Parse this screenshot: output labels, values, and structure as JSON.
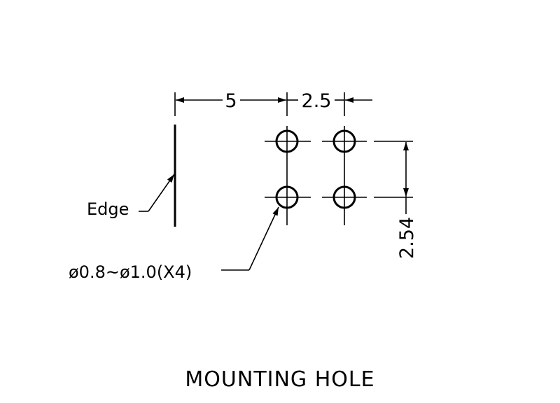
{
  "drawing": {
    "title": "MOUNTING HOLE",
    "dimensions": {
      "edge_to_first_hole": "5",
      "hole_pitch_horizontal": "2.5",
      "hole_pitch_vertical": "2.54"
    },
    "labels": {
      "edge": "Edge",
      "hole_diameter": "ø0.8~ø1.0(X4)"
    },
    "holes": {
      "count": 4,
      "rows": 2,
      "columns": 2
    },
    "colors": {
      "line": "#000000",
      "background": "#ffffff"
    }
  }
}
